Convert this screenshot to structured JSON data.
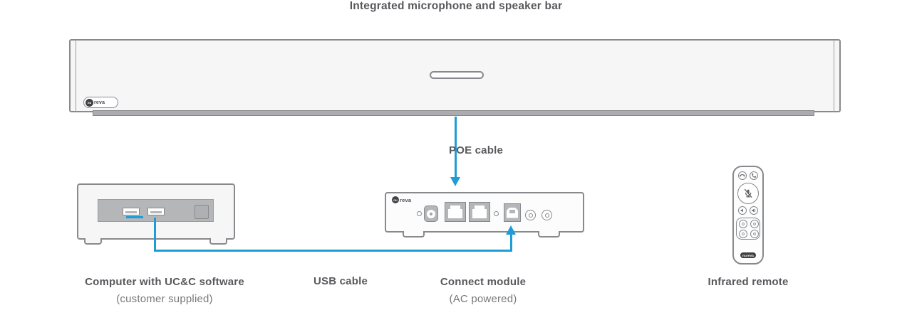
{
  "colors": {
    "accent_blue": "#1E9CD7",
    "outline_gray": "#87898C",
    "label_gray": "#58595C",
    "note_gray": "#77787B"
  },
  "brand": {
    "circle": "nu",
    "rest": "reva",
    "full": "nureva"
  },
  "labels": {
    "speaker_bar": "Integrated microphone and speaker bar",
    "poe_cable": "POE cable",
    "usb_cable": "USB cable",
    "computer": "Computer with UC&C software",
    "computer_note": "(customer supplied)",
    "connect_module": "Connect module",
    "connect_module_note": "(AC powered)",
    "remote": "Infrared remote"
  }
}
